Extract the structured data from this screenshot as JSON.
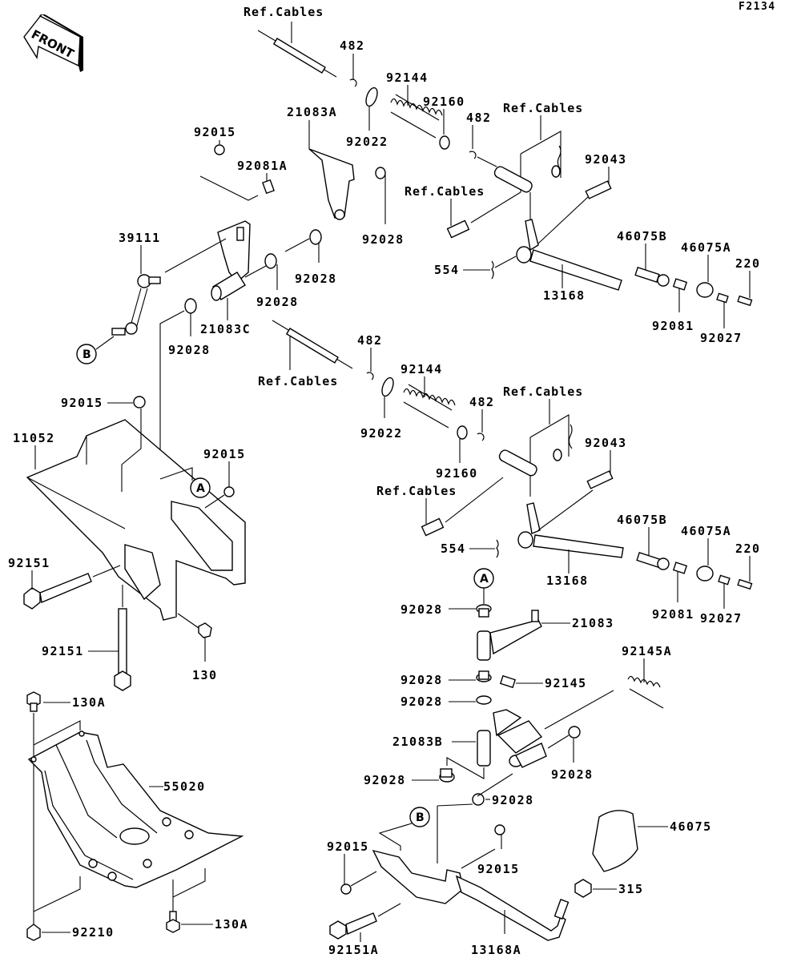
{
  "diagram_code": "F2134",
  "front_arrow_label": "FRONT",
  "reference_circles": {
    "a": "A",
    "b": "B"
  },
  "labels": {
    "ref_cables_1": "Ref.Cables",
    "p482_1": "482",
    "p92144_1": "92144",
    "p92160_1": "92160",
    "p21083A": "21083A",
    "p92022_1": "92022",
    "p482_2": "482",
    "ref_cables_2": "Ref.Cables",
    "p92015_1": "92015",
    "p92081A": "92081A",
    "p92043_1": "92043",
    "ref_cables_3": "Ref.Cables",
    "p92028_1": "92028",
    "p39111": "39111",
    "p46075B_1": "46075B",
    "p46075A_1": "46075A",
    "p220_1": "220",
    "p554_1": "554",
    "p92028_2": "92028",
    "p13168_1": "13168",
    "p92028_3": "92028",
    "p21083C": "21083C",
    "p92081_1": "92081",
    "p92027_1": "92027",
    "p92028_4": "92028",
    "p482_3": "482",
    "p92144_2": "92144",
    "ref_cables_4": "Ref.Cables",
    "p92015_2": "92015",
    "p482_4": "482",
    "ref_cables_5": "Ref.Cables",
    "p11052": "11052",
    "p92022_2": "92022",
    "p92043_2": "92043",
    "p92015_3": "92015",
    "p92160_2": "92160",
    "ref_cables_6": "Ref.Cables",
    "p46075B_2": "46075B",
    "p46075A_2": "46075A",
    "p220_2": "220",
    "p554_2": "554",
    "p92151_1": "92151",
    "p13168_2": "13168",
    "p92081_2": "92081",
    "p92027_2": "92027",
    "p92028_5": "92028",
    "p21083": "21083",
    "p92151_2": "92151",
    "p130": "130",
    "p92145A": "92145A",
    "p92028_6": "92028",
    "p92145": "92145",
    "p130A_1": "130A",
    "p92028_7": "92028",
    "p21083B": "21083B",
    "p55020": "55020",
    "p92028_8": "92028",
    "p92028_9": "92028",
    "p92028_10": "92028",
    "p46075": "46075",
    "p92015_4": "92015",
    "p92015_5": "92015",
    "p315": "315",
    "p92210": "92210",
    "p130A_2": "130A",
    "p92151A": "92151A",
    "p13168A": "13168A"
  }
}
